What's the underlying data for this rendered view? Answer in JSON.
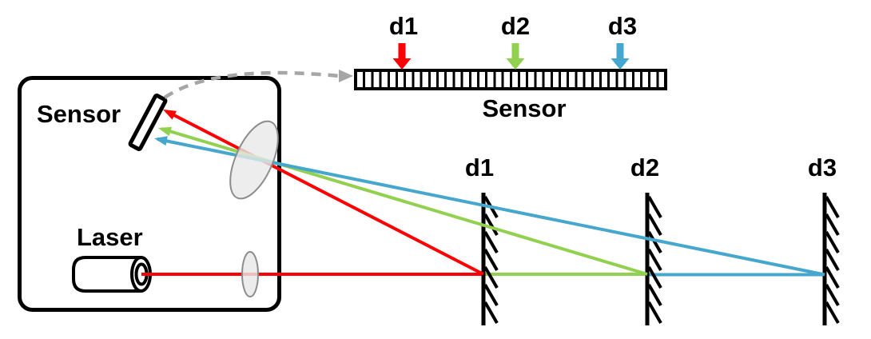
{
  "colors": {
    "laser_red": "#FF0000",
    "beam_green": "#92D050",
    "beam_blue": "#45A7CE",
    "annotation_gray": "#A6A6A6"
  },
  "detector_strip": {
    "label": "Sensor",
    "markers": [
      {
        "label": "d1",
        "color": "#FF0000"
      },
      {
        "label": "d2",
        "color": "#92D050"
      },
      {
        "label": "d3",
        "color": "#45A7CE"
      }
    ]
  },
  "sensor_unit": {
    "sensor_label": "Sensor",
    "laser_label": "Laser"
  },
  "targets": [
    {
      "label": "d1"
    },
    {
      "label": "d2"
    },
    {
      "label": "d3"
    }
  ]
}
